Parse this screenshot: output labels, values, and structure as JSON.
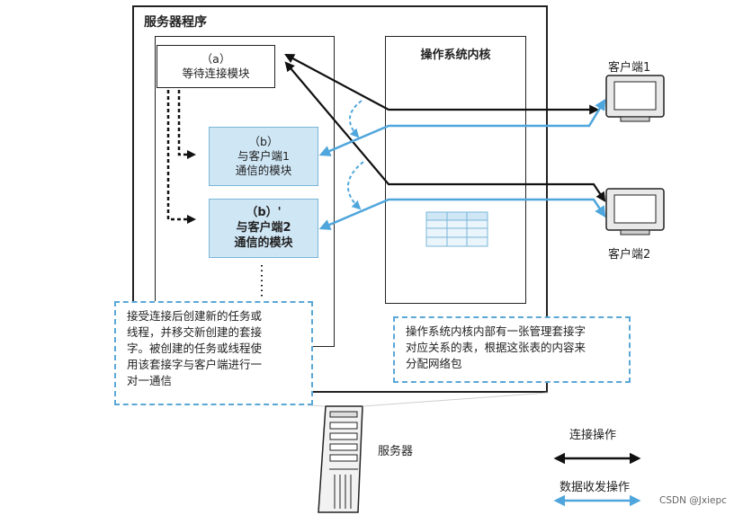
{
  "server_program": {
    "title": "服务器程序"
  },
  "kernel": {
    "title": "操作系统内核"
  },
  "module_a": {
    "line1": "（a）",
    "line2": "等待连接模块"
  },
  "module_b": {
    "line1": "（b）",
    "line2": "与客户端1",
    "line3": "通信的模块"
  },
  "module_b2": {
    "line1": "（b）'",
    "line2": "与客户端2",
    "line3": "通信的模块"
  },
  "note_left": {
    "lines": [
      "接受连接后创建新的任务或",
      "线程，并移交新创建的套接",
      "字。被创建的任务或线程使",
      "用该套接字与客户端进行一",
      "对一通信"
    ]
  },
  "note_right": {
    "lines": [
      "操作系统内核内部有一张管理套接字",
      "对应关系的表，根据这张表的内容来",
      "分配网络包"
    ]
  },
  "clients": {
    "client1": "客户端1",
    "client2": "客户端2"
  },
  "server": {
    "label": "服务器"
  },
  "legend": {
    "connect": "连接操作",
    "data": "数据收发操作"
  },
  "colors": {
    "black_arrow": "#111111",
    "blue_arrow": "#4fa6dc",
    "module_fill": "#cfe6f5"
  },
  "credit": "CSDN @Jxiepc"
}
